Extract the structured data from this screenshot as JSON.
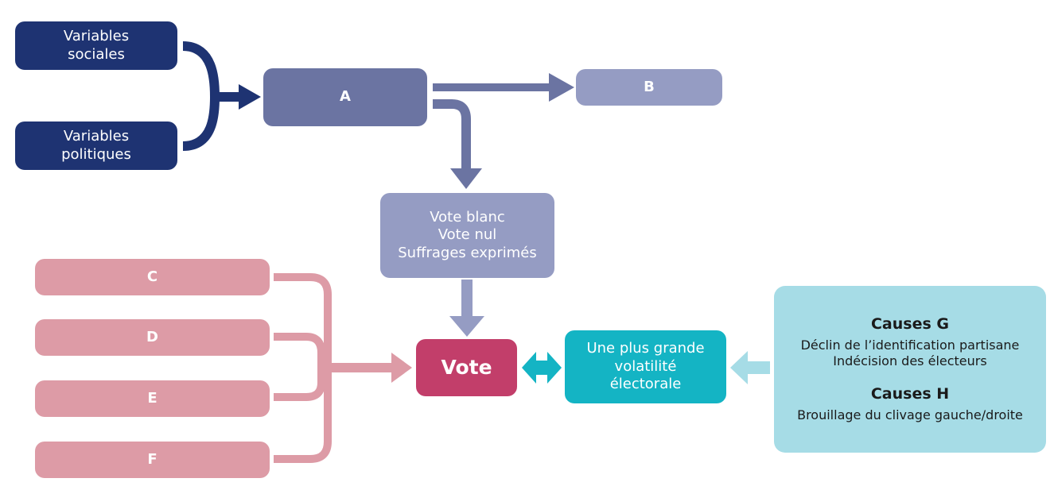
{
  "boxes": {
    "social": [
      "Variables",
      "sociales"
    ],
    "political": [
      "Variables",
      "politiques"
    ],
    "a": "A",
    "b": "B",
    "blank_null": [
      "Vote blanc",
      "Vote nul",
      "Suffrages exprimés"
    ],
    "c": "C",
    "d": "D",
    "e": "E",
    "f": "F",
    "vote": "Vote",
    "volatility": [
      "Une plus grande",
      "volatilité",
      "électorale"
    ]
  },
  "causes": {
    "g_title": "Causes G",
    "g_items": [
      "Déclin de l’identification partisane",
      "Indécision des électeurs"
    ],
    "h_title": "Causes H",
    "h_items": [
      "Brouillage du clivage gauche/droite"
    ]
  },
  "colors": {
    "navy": "#1e3372",
    "slate": "#6b74a2",
    "lavender": "#959cc3",
    "rose": "#dd9ba6",
    "vote": "#c23e6a",
    "teal": "#14b4c4",
    "light_blue": "#a6dce6"
  }
}
